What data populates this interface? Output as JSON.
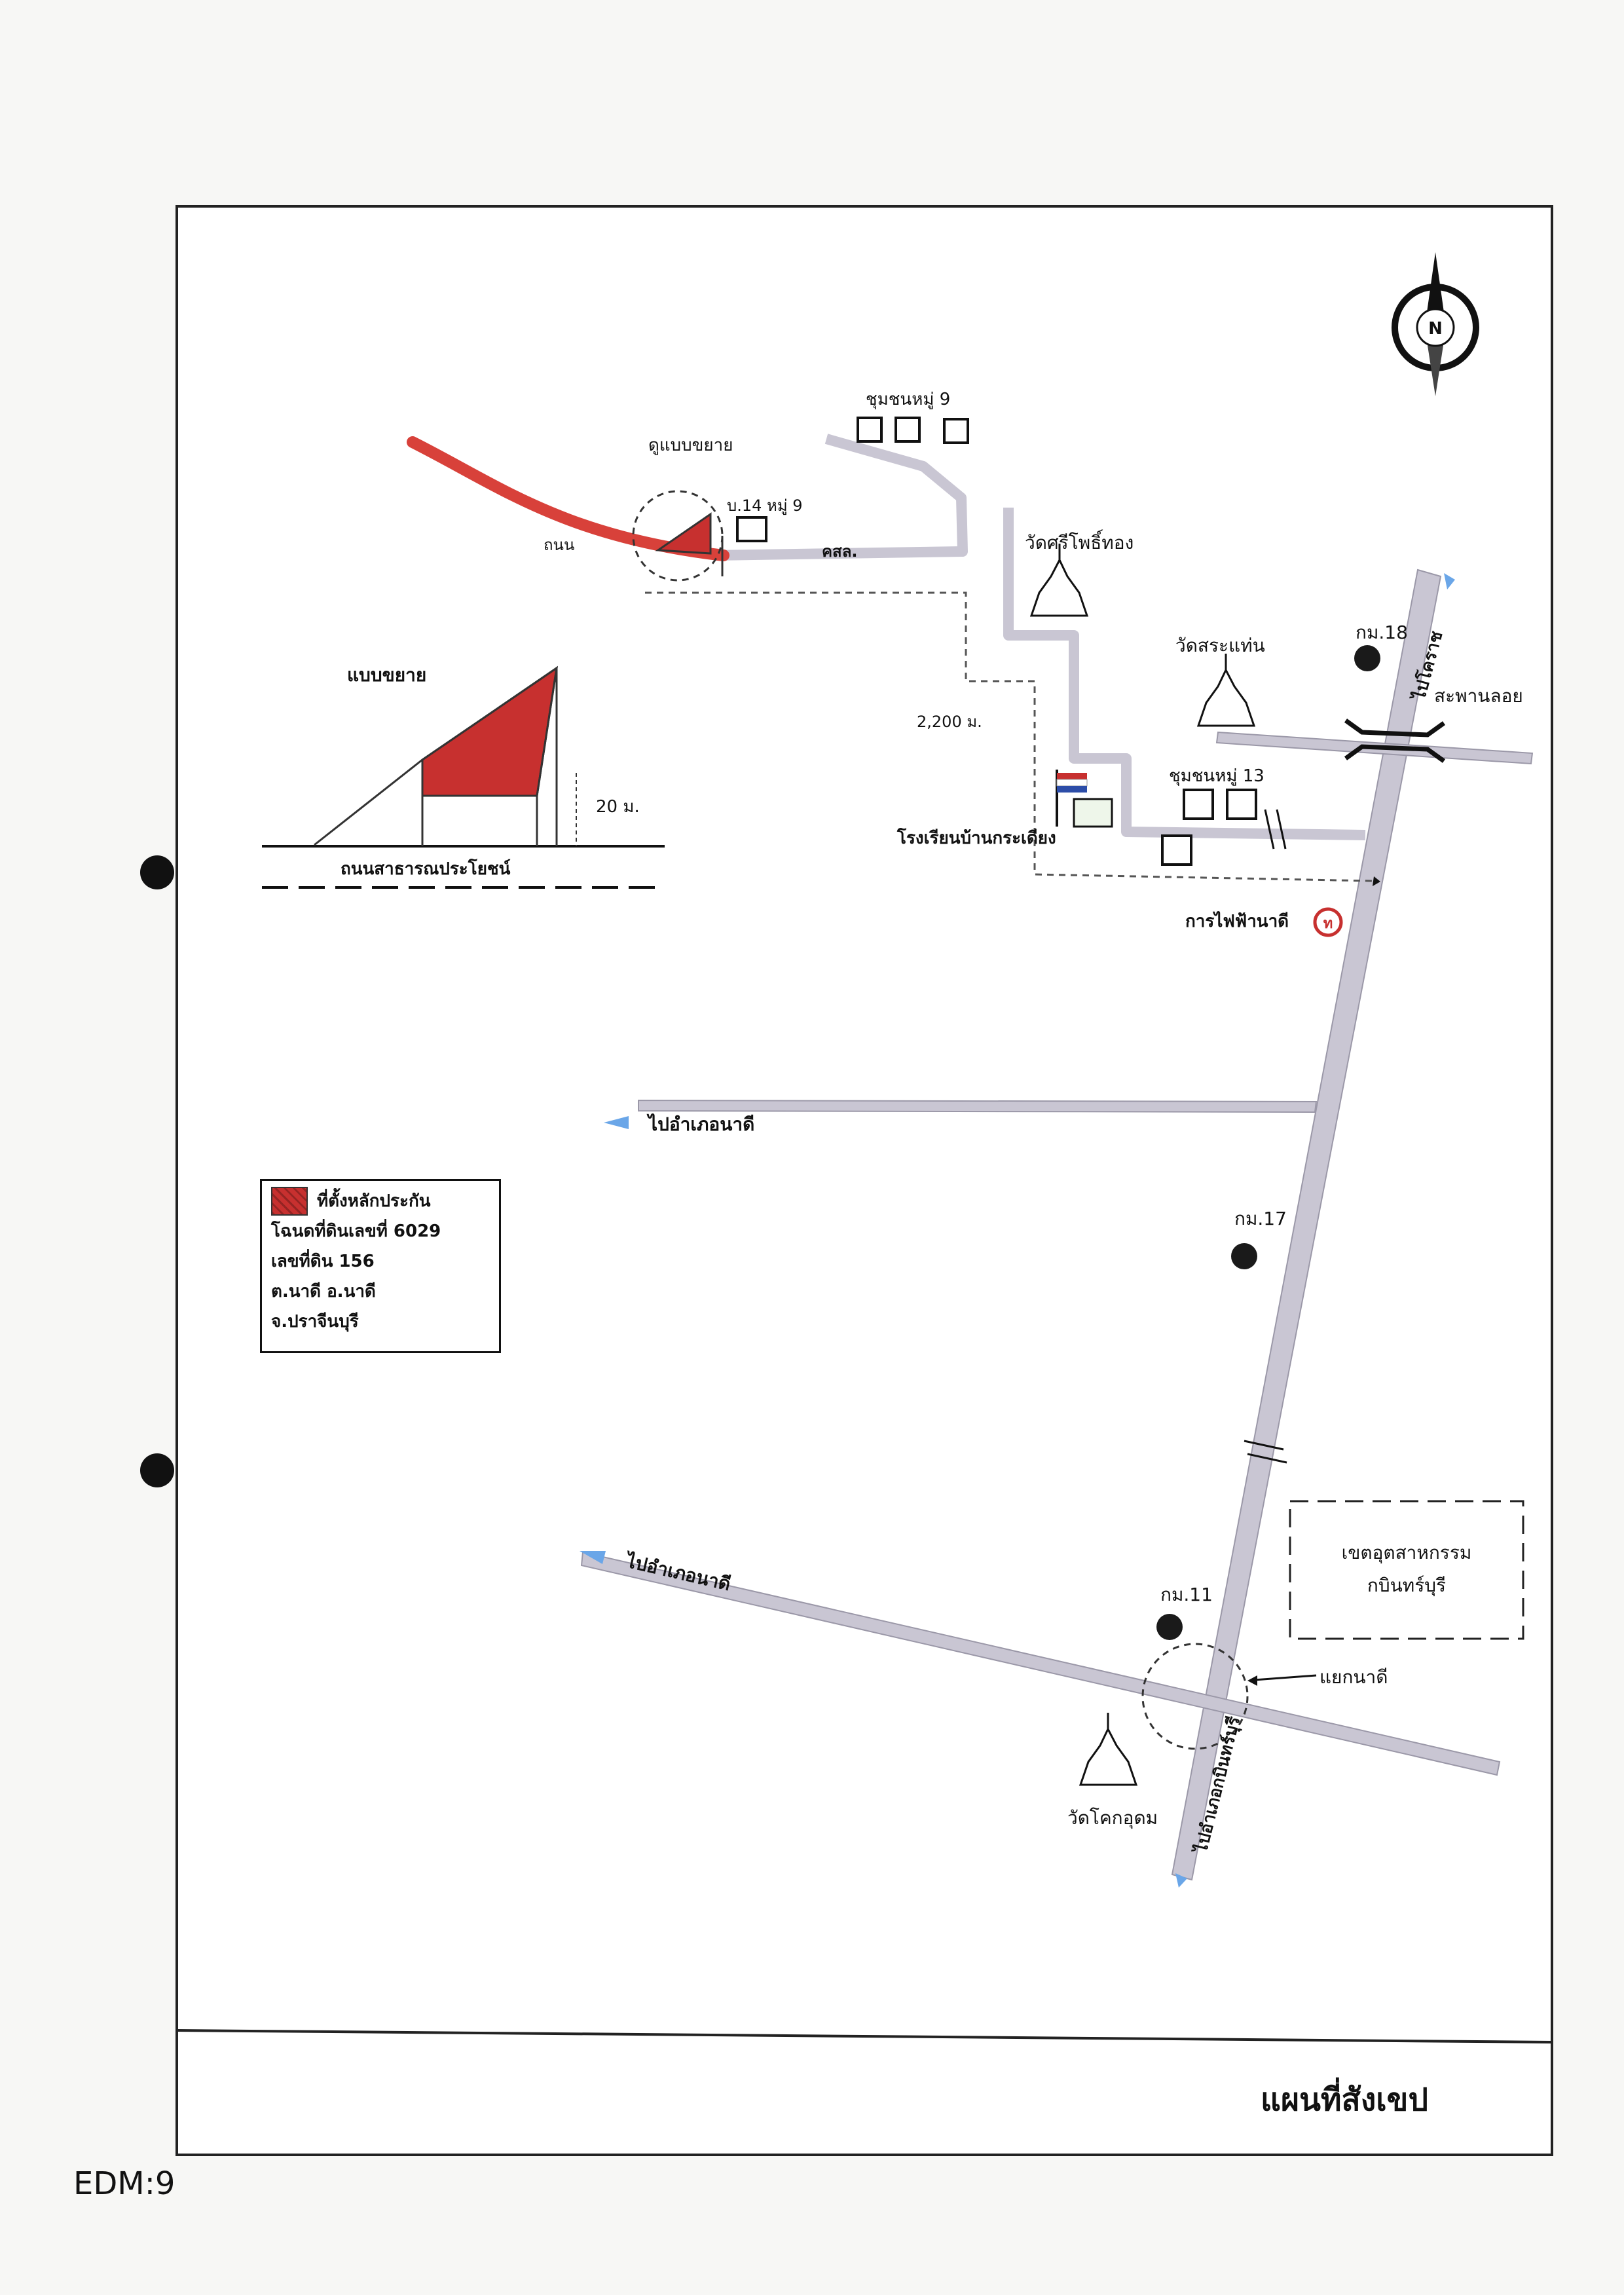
{
  "map": {
    "north_label": "N",
    "labels": {
      "community_moo9": "ชุมชนหมู่ 9",
      "see_enlarged": "ดูแบบขยาย",
      "house_no": "บ.14 หมู่ 9",
      "road_left": "ถนน",
      "road_rural": "คสล.",
      "wat_sri_pho_thong": "วัดศรีโพธิ์ทอง",
      "wat_sa_saen": "วัดสระแท่น",
      "km18": "กม.18",
      "to_korat": "ไปโคราช",
      "floating_bridge": "สะพานลอย",
      "distance": "2,200 ม.",
      "community_moo13": "ชุมชนหมู่ 13",
      "school": "โรงเรียนบ้านกระเดียง",
      "electricity": "การไฟฟ้านาดี",
      "to_nadi_district_1": "ไปอำเภอนาดี",
      "km17": "กม.17",
      "to_nadi_district_2": "ไปอำเภอนาดี",
      "km11": "กม.11",
      "industrial_zone_1": "เขตอุตสาหกรรม",
      "industrial_zone_2": "กบินทร์บุรี",
      "nadi_junction": "แยกนาดี",
      "to_kabinburi": "ไปอำเภอกบินทร์บุรี",
      "wat_khok_udom": "วัดโคกอุดม"
    },
    "inset": {
      "title": "แบบขยาย",
      "depth": "20 ม.",
      "road": "ถนนสาธารณประโยชน์"
    }
  },
  "legend": {
    "line1": "ที่ตั้งหลักประกัน",
    "line2": "โฉนดที่ดินเลขที่ 6029",
    "line3": "เลขที่ดิน 156",
    "line4": "ต.นาดี อ.นาดี",
    "line5": "จ.ปราจีนบุรี"
  },
  "footer": {
    "title": "แผนที่สังเขป",
    "doc_code": "EDM:9"
  },
  "colors": {
    "road": "#c9c6d3",
    "highlight_road": "#d8413a",
    "parcel": "#c7302f",
    "marker": "#1a1a1a"
  }
}
